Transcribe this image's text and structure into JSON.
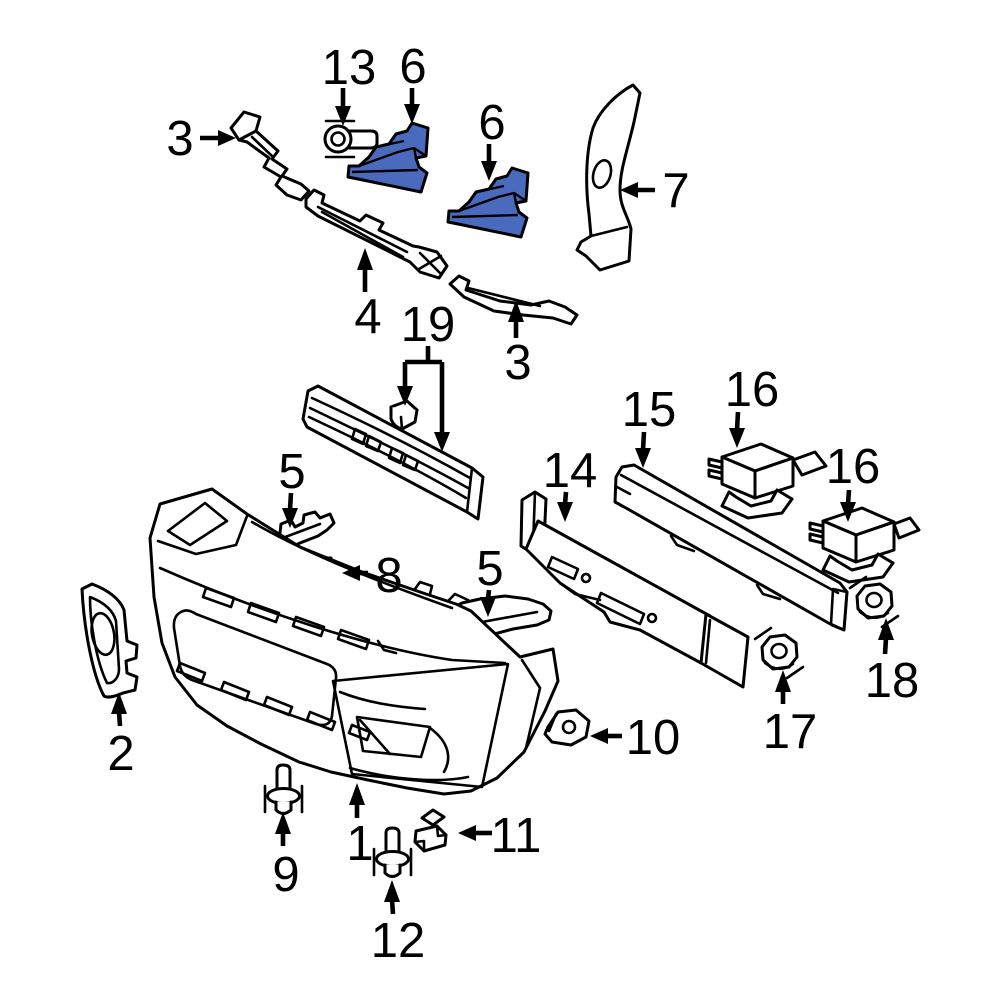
{
  "diagram": {
    "type": "exploded-parts-diagram",
    "subject": "front bumper assembly",
    "background_color": "#ffffff",
    "line_color": "#000000",
    "highlight_color": "#4a6bbd",
    "callouts": [
      {
        "id": "3-upper",
        "label": "3"
      },
      {
        "id": "13",
        "label": "13"
      },
      {
        "id": "6-left",
        "label": "6"
      },
      {
        "id": "6-right",
        "label": "6"
      },
      {
        "id": "7",
        "label": "7"
      },
      {
        "id": "4",
        "label": "4"
      },
      {
        "id": "3-lower",
        "label": "3"
      },
      {
        "id": "19",
        "label": "19"
      },
      {
        "id": "5-left",
        "label": "5"
      },
      {
        "id": "8",
        "label": "8"
      },
      {
        "id": "5-right",
        "label": "5"
      },
      {
        "id": "14",
        "label": "14"
      },
      {
        "id": "15",
        "label": "15"
      },
      {
        "id": "16-upper",
        "label": "16"
      },
      {
        "id": "16-lower",
        "label": "16"
      },
      {
        "id": "18",
        "label": "18"
      },
      {
        "id": "17",
        "label": "17"
      },
      {
        "id": "2",
        "label": "2"
      },
      {
        "id": "1",
        "label": "1"
      },
      {
        "id": "9",
        "label": "9"
      },
      {
        "id": "11",
        "label": "11"
      },
      {
        "id": "12",
        "label": "12"
      },
      {
        "id": "10",
        "label": "10"
      }
    ]
  }
}
